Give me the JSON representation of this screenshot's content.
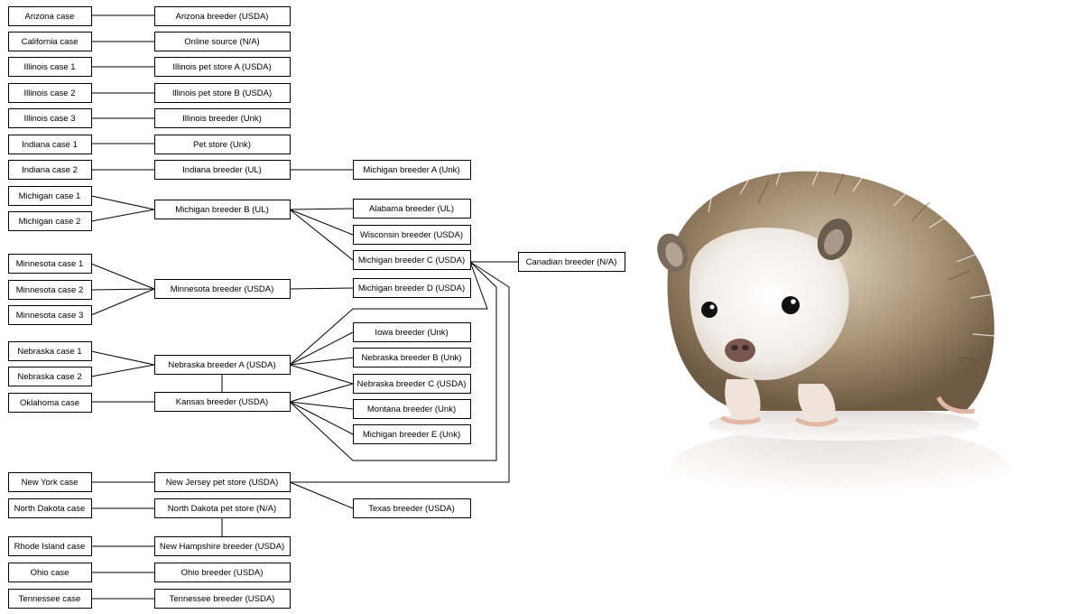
{
  "diagram": {
    "nodes": [
      {
        "id": "az_case",
        "label": "Arizona case"
      },
      {
        "id": "ca_case",
        "label": "California case"
      },
      {
        "id": "il_case1",
        "label": "Illinois case 1"
      },
      {
        "id": "il_case2",
        "label": "Illinois case 2"
      },
      {
        "id": "il_case3",
        "label": "Illinois case 3"
      },
      {
        "id": "in_case1",
        "label": "Indiana case 1"
      },
      {
        "id": "in_case2",
        "label": "Indiana case 2"
      },
      {
        "id": "mi_case1",
        "label": "Michigan case 1"
      },
      {
        "id": "mi_case2",
        "label": "Michigan case 2"
      },
      {
        "id": "mn_case1",
        "label": "Minnesota case 1"
      },
      {
        "id": "mn_case2",
        "label": "Minnesota case 2"
      },
      {
        "id": "mn_case3",
        "label": "Minnesota case 3"
      },
      {
        "id": "ne_case1",
        "label": "Nebraska case 1"
      },
      {
        "id": "ne_case2",
        "label": "Nebraska case 2"
      },
      {
        "id": "ok_case",
        "label": "Oklahoma case"
      },
      {
        "id": "ny_case",
        "label": "New York case"
      },
      {
        "id": "nd_case",
        "label": "North Dakota case"
      },
      {
        "id": "ri_case",
        "label": "Rhode Island case"
      },
      {
        "id": "oh_case",
        "label": "Ohio case"
      },
      {
        "id": "tn_case",
        "label": "Tennessee case"
      },
      {
        "id": "az_breeder",
        "label": "Arizona breeder (USDA)"
      },
      {
        "id": "online",
        "label": "Online source (N/A)"
      },
      {
        "id": "il_store_a",
        "label": "Illinois pet store A (USDA)"
      },
      {
        "id": "il_store_b",
        "label": "Illinois pet store B (USDA)"
      },
      {
        "id": "il_breeder",
        "label": "Illinois breeder (Unk)"
      },
      {
        "id": "pet_store",
        "label": "Pet store (Unk)"
      },
      {
        "id": "in_breeder",
        "label": "Indiana breeder (UL)"
      },
      {
        "id": "mi_breeder_b",
        "label": "Michigan breeder B (UL)"
      },
      {
        "id": "mn_breeder",
        "label": "Minnesota breeder (USDA)"
      },
      {
        "id": "ne_breeder_a",
        "label": "Nebraska breeder A (USDA)"
      },
      {
        "id": "ks_breeder",
        "label": "Kansas breeder (USDA)"
      },
      {
        "id": "nj_store",
        "label": "New Jersey pet store (USDA)"
      },
      {
        "id": "nd_store",
        "label": "North Dakota pet store (N/A)"
      },
      {
        "id": "nh_breeder",
        "label": "New Hampshire breeder (USDA)"
      },
      {
        "id": "oh_breeder",
        "label": "Ohio breeder (USDA)"
      },
      {
        "id": "tn_breeder",
        "label": "Tennessee breeder (USDA)"
      },
      {
        "id": "mi_breeder_a",
        "label": "Michigan breeder A (Unk)"
      },
      {
        "id": "al_breeder",
        "label": "Alabama breeder (UL)"
      },
      {
        "id": "wi_breeder",
        "label": "Wisconsin breeder (USDA)"
      },
      {
        "id": "mi_breeder_c",
        "label": "Michigan breeder C (USDA)"
      },
      {
        "id": "mi_breeder_d",
        "label": "Michigan breeder D (USDA)"
      },
      {
        "id": "ia_breeder",
        "label": "Iowa breeder (Unk)"
      },
      {
        "id": "ne_breeder_b",
        "label": "Nebraska breeder B (Unk)"
      },
      {
        "id": "ne_breeder_c",
        "label": "Nebraska breeder C (USDA)"
      },
      {
        "id": "mt_breeder",
        "label": "Montana breeder (Unk)"
      },
      {
        "id": "mi_breeder_e",
        "label": "Michigan breeder E (Unk)"
      },
      {
        "id": "tx_breeder",
        "label": "Texas breeder (USDA)"
      },
      {
        "id": "ca_breeder",
        "label": "Canadian breeder (N/A)"
      }
    ]
  }
}
